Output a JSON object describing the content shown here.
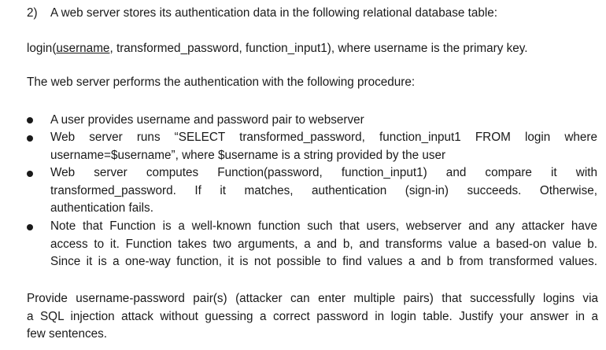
{
  "question": {
    "number": "2)",
    "intro": "A web server stores its authentication data in the following relational database table:",
    "schema": {
      "prefix": "login(",
      "primary_key": "username",
      "rest": ", transformed_password, function_input1), where username is the primary key."
    },
    "procedure_intro": "The web server performs the authentication with the following procedure:",
    "bullets": [
      "A user provides username and password pair to webserver",
      "Web server runs “SELECT transformed_password, function_input1 FROM login where username=$username”, where $username is a string provided by the user",
      "Web server computes Function(password, function_input1) and compare it with transformed_password. If it matches, authentication (sign-in) succeeds. Otherwise, authentication fails.",
      "Note that Function is a well-known function such that users, webserver and any attacker have access to it. Function takes two arguments, a and b, and transforms value a based-on value b. Since it is a one-way function, it is not possible to find values a and b from transformed values."
    ],
    "bullet_lines": [
      [
        "A user provides username and password pair to webserver"
      ],
      [
        "Web server runs “SELECT transformed_password, function_input1 FROM login where",
        "username=$username”, where $username is a string provided by the user"
      ],
      [
        "Web server computes Function(password, function_input1) and compare it with",
        "transformed_password. If it matches, authentication (sign-in) succeeds. Otherwise,",
        "authentication fails."
      ],
      [
        "Note that Function is a well-known function such that users, webserver and any attacker have",
        "access to it. Function takes two arguments, a and b, and transforms value a based-on value b.",
        "Since it is a one-way function, it is not possible to find values a and b from transformed values."
      ]
    ],
    "task_lines": [
      "Provide username-password pair(s) (attacker can enter multiple pairs) that successfully logins via",
      "a SQL injection attack without guessing a correct password in login table. Justify your answer in a",
      "few sentences."
    ]
  }
}
